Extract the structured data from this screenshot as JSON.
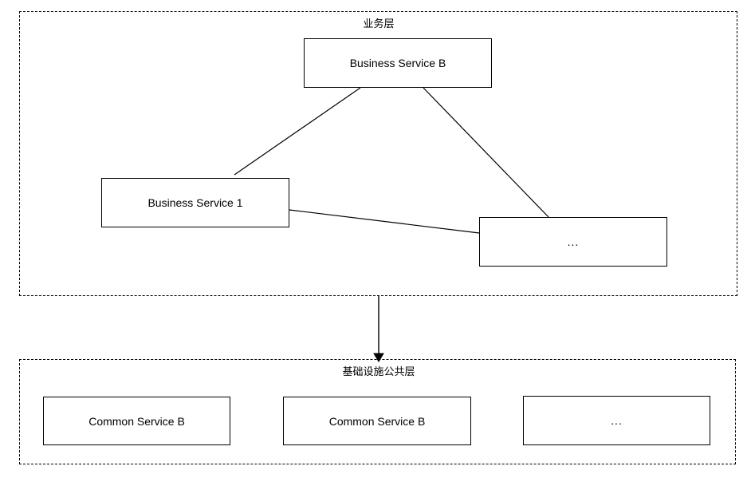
{
  "diagram": {
    "layers": [
      {
        "id": "business-layer",
        "title": "业务层",
        "nodes": [
          {
            "id": "business-service-b",
            "label": "Business Service B"
          },
          {
            "id": "business-service-1",
            "label": "Business Service 1"
          },
          {
            "id": "business-service-more",
            "label": "..."
          }
        ]
      },
      {
        "id": "infrastructure-layer",
        "title": "基础设施公共层",
        "nodes": [
          {
            "id": "common-service-b-1",
            "label": "Common Service B"
          },
          {
            "id": "common-service-b-2",
            "label": "Common Service B"
          },
          {
            "id": "common-service-more",
            "label": "..."
          }
        ]
      }
    ],
    "colors": {
      "stroke": "#000000",
      "background": "#ffffff",
      "text": "#000000"
    }
  }
}
